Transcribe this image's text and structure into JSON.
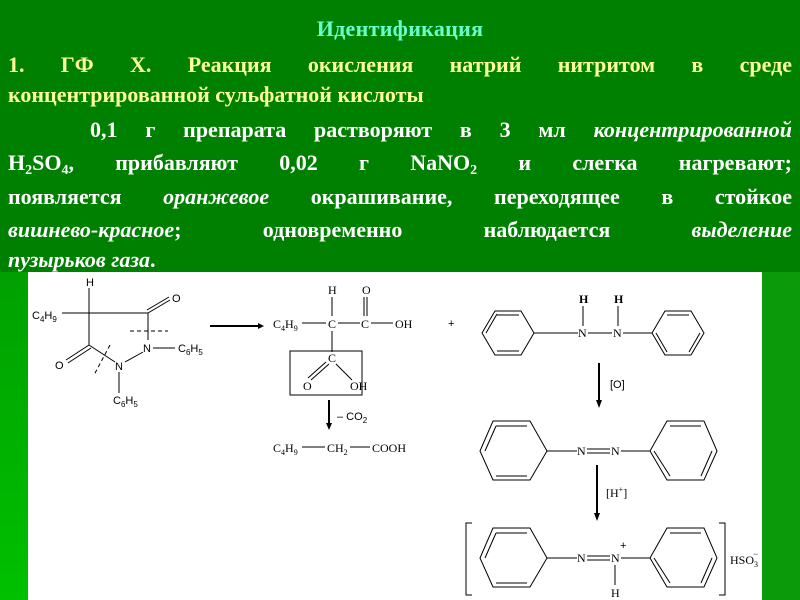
{
  "slide": {
    "title": "Идентификация",
    "heading_line1": "1. ГФ Х. Реакция окисления натрий нитритом в среде",
    "heading_line2": "концентрированной сульфатной кислоты",
    "body": {
      "l1_a": "0,1 г препарата растворяют в 3 мл ",
      "l1_b": "концентрированной",
      "l2_h": "H",
      "l2_2": "2",
      "l2_so": "SO",
      "l2_4": "4",
      "l2_rest": ", прибавляют 0,02 г NaNO",
      "l2_sub2": "2",
      "l2_end": " и слегка нагревают;",
      "l3_a": "появляется ",
      "l3_b": "оранжевое",
      "l3_c": " окрашивание, переходящее в стойкое",
      "l4_a": "вишнево-красное",
      "l4_b": "; одновременно наблюдается ",
      "l4_c": "выделение",
      "l5_a": "пузырьков газа",
      "l5_b": "."
    },
    "colors": {
      "background": "#008000",
      "title": "#66ffcc",
      "heading": "#ffff99",
      "body": "#ffffff"
    }
  },
  "scheme": {
    "s1": {
      "H": "H",
      "O1": "O",
      "C4H9": "C4H9",
      "N1": "N",
      "C6H5a": "C6H5",
      "O2": "O",
      "N2": "N",
      "C6H5b": "C6H5"
    },
    "s2": {
      "H": "H",
      "O": "O",
      "C4H9": "C4H9",
      "C1": "C",
      "C2": "C",
      "OH": "OH",
      "C3": "C",
      "O2": "O",
      "OH2": "OH"
    },
    "co2_label": "– CO2",
    "s3": {
      "C4H9": "C4H9",
      "CH2": "CH2",
      "COOH": "COOH"
    },
    "plus": "+",
    "hydrazo": {
      "H1": "H",
      "H2": "H",
      "N1": "N",
      "N2": "N"
    },
    "ox_label": "[O]",
    "azo": {
      "N1": "N",
      "N2": "N"
    },
    "acid_label": "[H+]",
    "salt": {
      "N1": "N",
      "N2": "N+",
      "H": "H",
      "anion": "HSO3−"
    }
  }
}
